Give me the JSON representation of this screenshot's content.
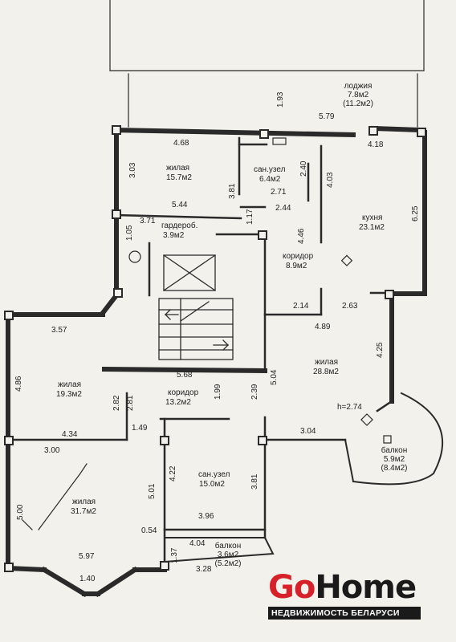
{
  "rooms": [
    {
      "id": "zhilaya-1",
      "name": "жилая",
      "area": "15.7м2"
    },
    {
      "id": "sanuzel-1",
      "name": "сан.узел",
      "area": "6.4м2"
    },
    {
      "id": "garderob",
      "name": "гардероб.",
      "area": "3.9м2"
    },
    {
      "id": "koridor-1",
      "name": "коридор",
      "area": "8.9м2"
    },
    {
      "id": "kuhnya",
      "name": "кухня",
      "area": "23.1м2"
    },
    {
      "id": "lodzhiya",
      "name": "лоджия",
      "area": "7.8м2",
      "area2": "(11.2м2)"
    },
    {
      "id": "zhilaya-2",
      "name": "жилая",
      "area": "19.3м2"
    },
    {
      "id": "koridor-2",
      "name": "коридор",
      "area": "13.2м2"
    },
    {
      "id": "zhilaya-3",
      "name": "жилая",
      "area": "28.8м2"
    },
    {
      "id": "zhilaya-4",
      "name": "жилая",
      "area": "31.7м2"
    },
    {
      "id": "sanuzel-2",
      "name": "сан.узел",
      "area": "15.0м2"
    },
    {
      "id": "balkon-1",
      "name": "балкон",
      "area": "5.9м2",
      "area2": "(8.4м2)"
    },
    {
      "id": "balkon-2",
      "name": "балкон",
      "area": "3.6м2",
      "area2": "(5.2м2)"
    }
  ],
  "dimensions": {
    "d193": "1.93",
    "d579": "5.79",
    "d468": "4.68",
    "d418": "4.18",
    "d303": "3.03",
    "d381a": "3.81",
    "d240": "2.40",
    "d403": "4.03",
    "d271": "2.71",
    "d244": "2.44",
    "d625": "6.25",
    "d544": "5.44",
    "d117": "1.17",
    "d371": "3.71",
    "d105": "1.05",
    "d446": "4.46",
    "d214": "2.14",
    "d263": "2.63",
    "d357": "3.57",
    "d489": "4.89",
    "d425": "4.25",
    "d486": "4.86",
    "d568": "5.68",
    "d504": "5.04",
    "d282": "2.82",
    "d281": "2.81",
    "d199": "1.99",
    "d239": "2.39",
    "d274": "h=2.74",
    "d434": "4.34",
    "d149": "1.49",
    "d304": "3.04",
    "d300": "3.00",
    "d422": "4.22",
    "d501": "5.01",
    "d381b": "3.81",
    "d500": "5.00",
    "d396": "3.96",
    "d054": "0.54",
    "d404": "4.04",
    "d597": "5.97",
    "d137": "1.37",
    "d328": "3.28",
    "d140": "1.40"
  },
  "logo": {
    "part1": "Go",
    "part2": "Home",
    "tagline": "НЕДВИЖИМОСТЬ БЕЛАРУСИ"
  },
  "colors": {
    "wall": "#2a2a2a",
    "background": "#f3f1ec",
    "brand_red": "#d6202a"
  }
}
